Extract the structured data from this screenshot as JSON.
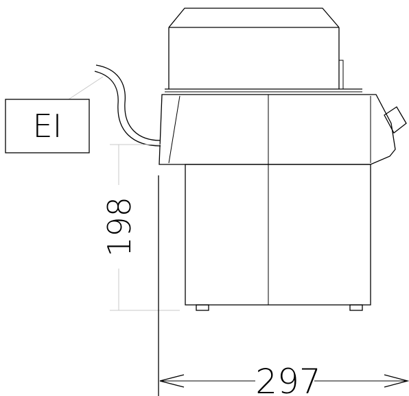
{
  "drawing": {
    "type": "technical-side-view",
    "line_color": "#000000",
    "extension_line_color": "#c8c8c8",
    "background": "#ffffff"
  },
  "label_box": {
    "text": "EI"
  },
  "dimensions": {
    "height": {
      "value": "198"
    },
    "width": {
      "value": "297"
    }
  }
}
